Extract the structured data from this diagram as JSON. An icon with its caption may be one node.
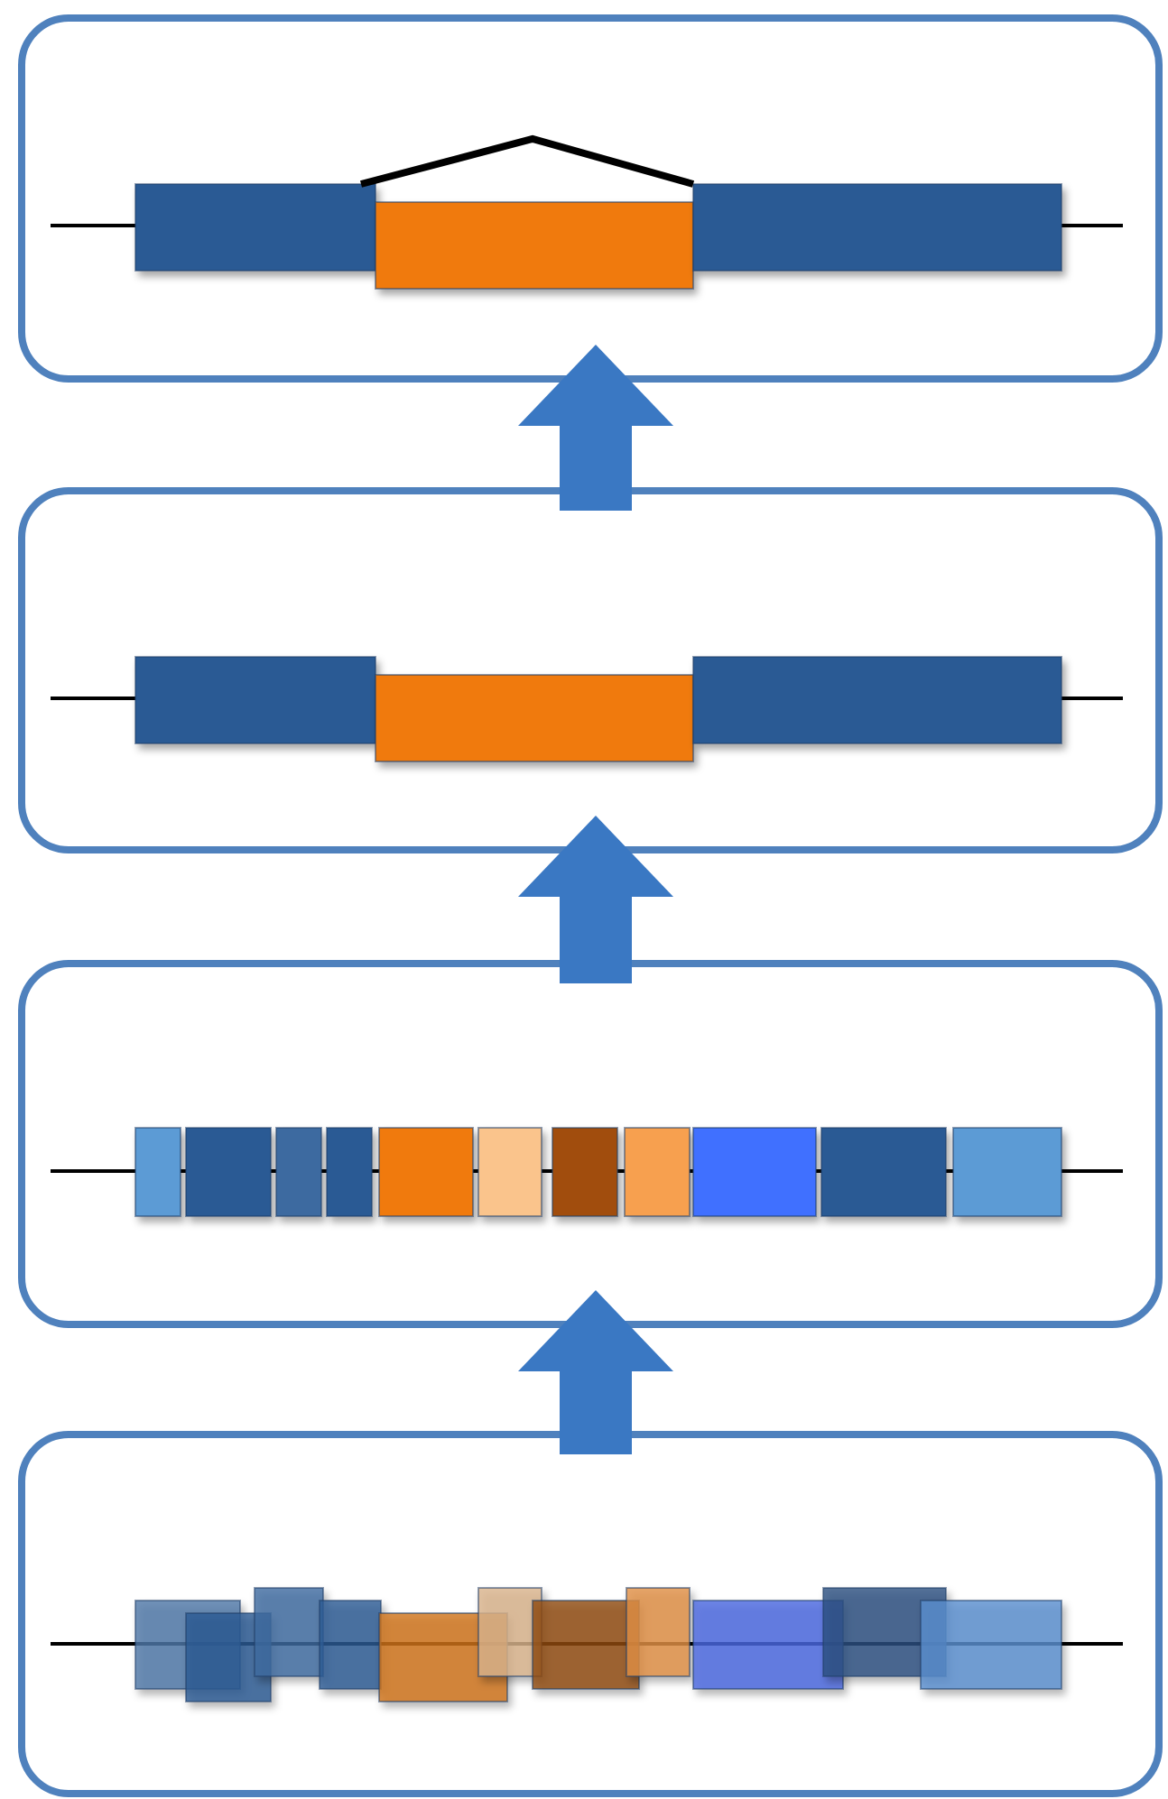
{
  "diagram": {
    "nodes": [
      {
        "text": [],
        "shape": "box"
      },
      {
        "text": [],
        "shape": "box"
      },
      {
        "text": [],
        "shape": "box"
      },
      {
        "text": [],
        "shape": "box"
      }
    ],
    "edges": [
      {
        "from": 1,
        "to": 0,
        "arrow": "to"
      },
      {
        "from": 2,
        "to": 1,
        "arrow": "to"
      },
      {
        "from": 3,
        "to": 2,
        "arrow": "to"
      }
    ]
  }
}
